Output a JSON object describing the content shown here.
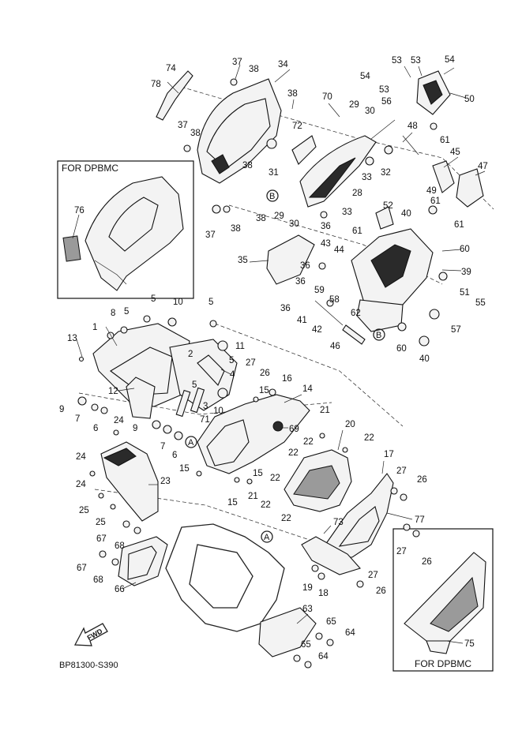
{
  "diagram_code": "BP81300-S390",
  "fwd_label": "FWD",
  "inset_top_left": {
    "title": "FOR DPBMC",
    "part": "76"
  },
  "inset_bottom_right": {
    "title": "FOR DPBMC",
    "part": "75"
  },
  "reference_markers": [
    "A",
    "B"
  ],
  "callouts": [
    "1",
    "2",
    "3",
    "4",
    "5",
    "6",
    "7",
    "8",
    "9",
    "10",
    "11",
    "12",
    "13",
    "14",
    "15",
    "16",
    "17",
    "18",
    "19",
    "20",
    "21",
    "22",
    "23",
    "24",
    "25",
    "26",
    "27",
    "28",
    "29",
    "30",
    "31",
    "32",
    "33",
    "34",
    "35",
    "36",
    "37",
    "38",
    "39",
    "40",
    "41",
    "42",
    "43",
    "44",
    "45",
    "46",
    "47",
    "48",
    "49",
    "50",
    "51",
    "52",
    "53",
    "54",
    "55",
    "56",
    "57",
    "58",
    "59",
    "60",
    "61",
    "62",
    "63",
    "64",
    "65",
    "66",
    "67",
    "68",
    "69",
    "70",
    "71",
    "72",
    "73",
    "74",
    "75",
    "76",
    "77",
    "78"
  ]
}
